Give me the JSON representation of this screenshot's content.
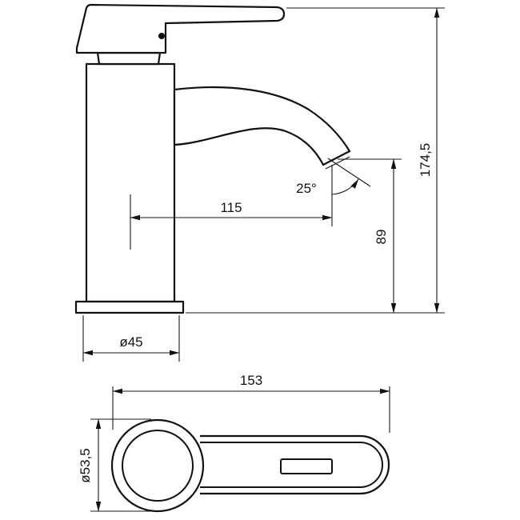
{
  "drawing": {
    "type": "technical-dimension-drawing",
    "colors": {
      "line": "#111111",
      "background": "#ffffff"
    },
    "side_view": {
      "height_total": "174,5",
      "reach": "115",
      "spout_height": "89",
      "spout_angle": "25°",
      "base_diameter": "ø45"
    },
    "top_view": {
      "length_total": "153",
      "body_diameter": "ø53,5"
    }
  }
}
